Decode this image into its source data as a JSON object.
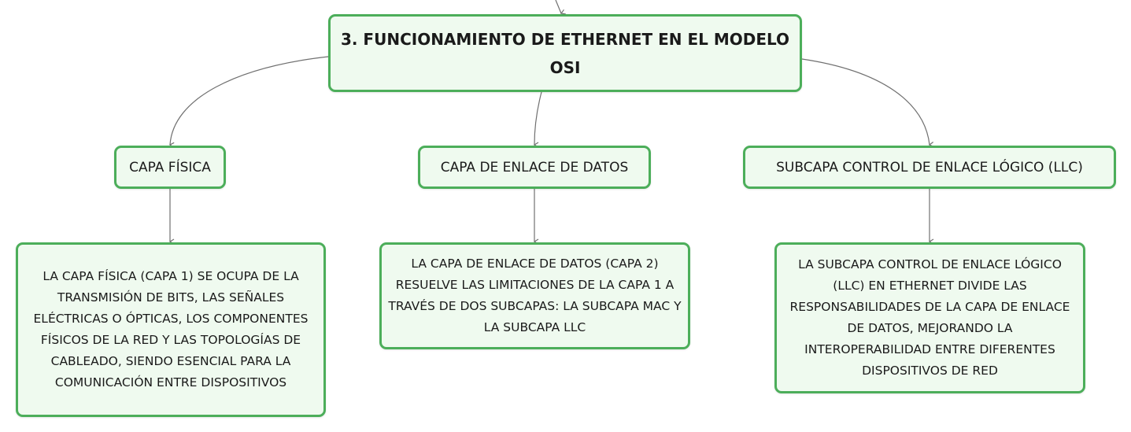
{
  "colors": {
    "node_fill": "#effaef",
    "node_border": "#4cae5a",
    "connector": "#707070"
  },
  "root": {
    "title": "3. FUNCIONAMIENTO DE ETHERNET EN EL MODELO OSI"
  },
  "level1": [
    {
      "label": "CAPA FÍSICA"
    },
    {
      "label": "CAPA DE ENLACE DE DATOS"
    },
    {
      "label": "SUBCAPA CONTROL DE ENLACE LÓGICO (LLC)"
    }
  ],
  "leaves": [
    {
      "text": "LA CAPA FÍSICA (CAPA 1) SE OCUPA DE LA TRANSMISIÓN DE BITS, LAS SEÑALES ELÉCTRICAS O ÓPTICAS, LOS COMPONENTES FÍSICOS DE LA RED Y LAS TOPOLOGÍAS DE CABLEADO, SIENDO ESENCIAL PARA LA COMUNICACIÓN ENTRE DISPOSITIVOS"
    },
    {
      "text": "LA CAPA DE ENLACE DE DATOS (CAPA 2) RESUELVE LAS LIMITACIONES DE LA CAPA 1 A TRAVÉS DE DOS SUBCAPAS: LA SUBCAPA MAC Y LA SUBCAPA LLC"
    },
    {
      "text": "LA SUBCAPA CONTROL DE ENLACE LÓGICO (LLC) EN ETHERNET DIVIDE LAS RESPONSABILIDADES DE LA CAPA DE ENLACE DE DATOS, MEJORANDO LA INTEROPERABILIDAD ENTRE DIFERENTES DISPOSITIVOS DE RED"
    }
  ]
}
